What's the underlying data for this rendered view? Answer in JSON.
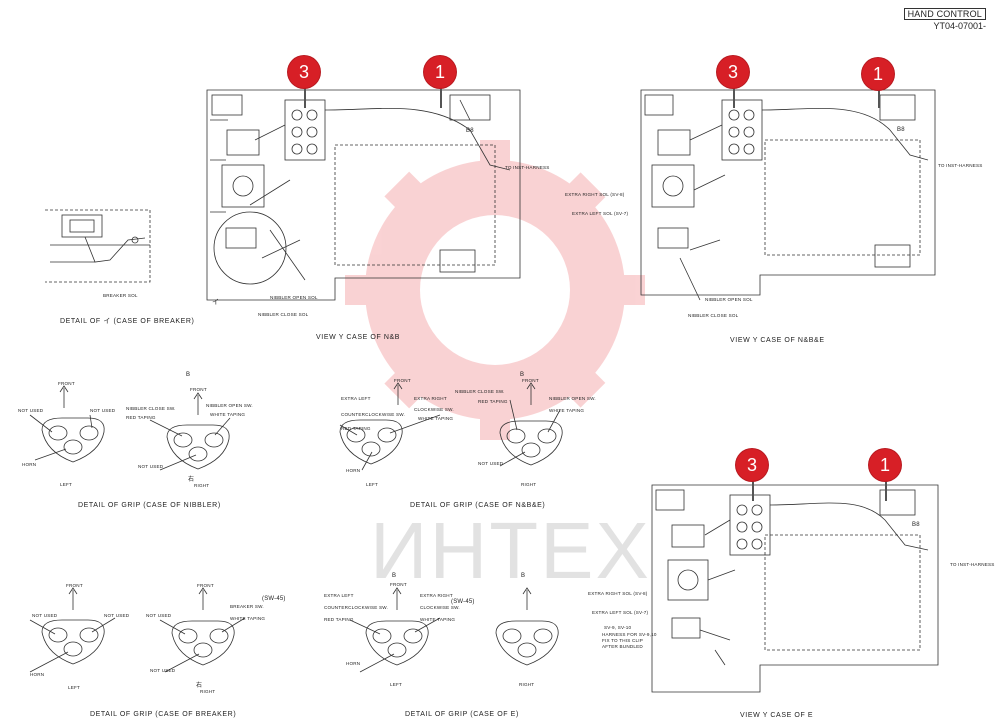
{
  "header": {
    "title": "HAND CONTROL",
    "code": "YT04-07001-"
  },
  "watermark": {
    "text": "ИНТЕХ",
    "color": "#e8383d"
  },
  "badges": {
    "b1": "1",
    "b3": "3"
  },
  "views": {
    "nb": "VIEW Y CASE OF N&B",
    "nbe": "VIEW Y CASE OF N&B&E",
    "e": "VIEW Y CASE OF E"
  },
  "details": {
    "breaker_small": "DETAIL OF イ (CASE OF BREAKER)",
    "grip_nibbler": "DETAIL OF GRIP (CASE OF NIBBLER)",
    "grip_nbe": "DETAIL OF GRIP (CASE OF N&B&E)",
    "grip_breaker": "DETAIL OF GRIP (CASE OF BREAKER)",
    "grip_e": "DETAIL OF GRIP (CASE OF E)"
  },
  "labels": {
    "breaker_sol": "BREAKER SOL",
    "nibbler_open_sol": "NIBBLER OPEN SOL",
    "nibbler_close_sol": "NIBBLER CLOSE SOL",
    "to_inst": "TO INST-HARNESS",
    "extra_right_sol": "EXTRA RIGHT SOL (SV-8)",
    "extra_left_sol": "EXTRA LEFT SOL (SV-7)",
    "sv_note_1": "SV-9, SV-10",
    "sv_note_2": "HARNESS FOR SV-9,10",
    "sv_note_3": "FIX TO THIS CLIP",
    "sv_note_4": "AFTER BUNDLED",
    "i_mark": "イ",
    "b8": "B8",
    "front": "FRONT",
    "left": "LEFT",
    "right": "RIGHT",
    "not_used": "NOT USED",
    "horn": "HORN",
    "nibbler_close_sw": "NIBBLER CLOSE SW.",
    "nibbler_open_sw": "NIBBLER OPEN SW.",
    "red_taping": "RED TAPING",
    "white_taping": "WHITE TAPING",
    "extra_left": "EXTRA LEFT",
    "extra_right": "EXTRA RIGHT",
    "counterclockwise_sw": "COUNTERCLOCKWISE SW.",
    "clockwise_sw": "CLOCKWISE SW.",
    "breaker_sw": "BREAKER SW.",
    "sw45": "(SW-45)",
    "right_mark": "右",
    "b_mark": "B"
  }
}
